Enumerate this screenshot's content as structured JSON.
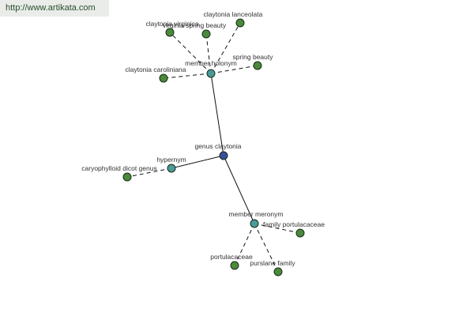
{
  "source_url": "http://www.artikata.com",
  "colors": {
    "root": "#3a4f9a",
    "relation": "#4a9a9a",
    "leaf": "#4a8a3a"
  },
  "graph": {
    "root": {
      "label": "genus claytonia"
    },
    "relations": [
      {
        "id": "member_holonym",
        "label": "member holonym"
      },
      {
        "id": "hypernym",
        "label": "hypernym"
      },
      {
        "id": "member_meronym",
        "label": "member meronym"
      }
    ],
    "leaves": [
      {
        "relation": "member_holonym",
        "label": "claytonia virginica"
      },
      {
        "relation": "member_holonym",
        "label": "virginia spring beauty"
      },
      {
        "relation": "member_holonym",
        "label": "claytonia lanceolata"
      },
      {
        "relation": "member_holonym",
        "label": "spring beauty"
      },
      {
        "relation": "member_holonym",
        "label": "claytonia caroliniana"
      },
      {
        "relation": "hypernym",
        "label": "caryophylloid dicot genus"
      },
      {
        "relation": "member_meronym",
        "label": "family portulacaceae"
      },
      {
        "relation": "member_meronym",
        "label": "portulacaceae"
      },
      {
        "relation": "member_meronym",
        "label": "purslane family"
      }
    ]
  }
}
